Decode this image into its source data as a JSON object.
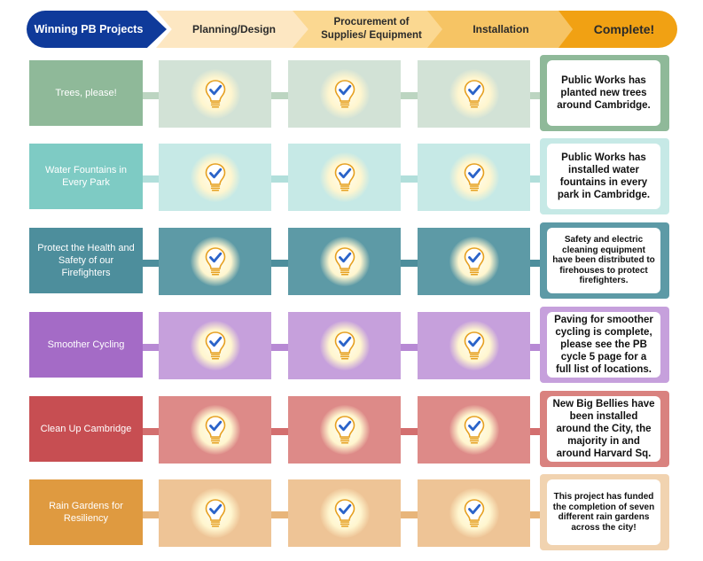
{
  "header": {
    "stages": [
      "Winning PB Projects",
      "Planning/Design",
      "Procurement of Supplies/ Equipment",
      "Installation",
      "Complete!"
    ]
  },
  "rows": [
    {
      "name": "Trees, please!",
      "complete_text": "Public Works has planted new trees around Cambridge.",
      "colors": {
        "label": "#8fb999",
        "stage": "#d2e2d6",
        "connector": "#bcd5c1",
        "done": "#8fb999"
      }
    },
    {
      "name": "Water Fountains in Every Park",
      "complete_text": "Public Works has installed water fountains in every park in Cambridge.",
      "colors": {
        "label": "#7ecbc4",
        "stage": "#c6e9e6",
        "connector": "#b1dfdb",
        "done": "#c6e9e6"
      }
    },
    {
      "name": "Protect the Health and Safety of our Firefighters",
      "complete_text": "Safety and electric cleaning equipment have been distributed to firehouses to protect firefighters.",
      "colors": {
        "label": "#4d8e9c",
        "stage": "#5d9aa6",
        "connector": "#4d8e9c",
        "done": "#5d9aa6"
      }
    },
    {
      "name": "Smoother Cycling",
      "complete_text": "Paving for smoother cycling is complete, please see the PB cycle 5 page for a full list of locations.",
      "colors": {
        "label": "#a46bc6",
        "stage": "#c6a0dc",
        "connector": "#b789d4",
        "done": "#c6a0dc"
      }
    },
    {
      "name": "Clean Up Cambridge",
      "complete_text": "New Big Bellies have been installed around the City, the majority in and around Harvard Sq.",
      "colors": {
        "label": "#c74e52",
        "stage": "#dd8a88",
        "connector": "#d36f6f",
        "done": "#d9827f"
      }
    },
    {
      "name": "Rain Gardens for Resiliency",
      "complete_text": "This project has funded the completion of seven different rain gardens across the city!",
      "colors": {
        "label": "#df9a40",
        "stage": "#eec496",
        "connector": "#e8b57a",
        "done": "#f1d3b0"
      }
    }
  ],
  "colors": {
    "header_first": "#0f3a9a",
    "bulb_outline": "#e6a020",
    "check": "#2a63c9"
  },
  "icons": {
    "stage": "lightbulb-check-icon"
  }
}
